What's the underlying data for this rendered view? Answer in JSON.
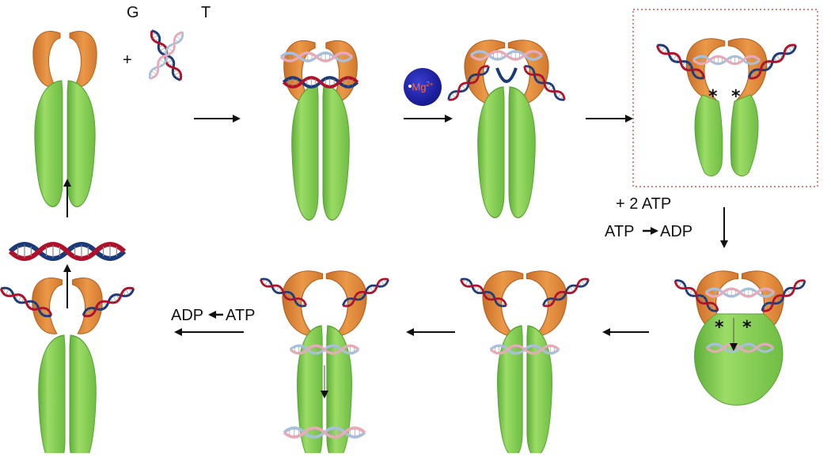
{
  "labels": {
    "strand_g": "G",
    "strand_t": "T",
    "plus": "+",
    "add_atp": "+ 2 ATP",
    "atp_to_adp": "ATP",
    "atp_to_adp_product": "ADP",
    "adp_from_atp_left": "ADP",
    "adp_from_atp_right": "ATP",
    "mg_ion": "Mg",
    "mg_charge": "2+",
    "star": "*"
  },
  "colors": {
    "n_gate": "#e8913f",
    "n_gate_shade": "#c9702a",
    "dna_gate": "#8ed35a",
    "dna_gate_shade": "#5fae3a",
    "dna_g_a": "#1a3a7a",
    "dna_g_b": "#b0102a",
    "dna_t_a": "#a8c0dc",
    "dna_t_b": "#e8aab8",
    "mg_ion": "#1b1e9a",
    "highlight_box": "#c0392b"
  }
}
